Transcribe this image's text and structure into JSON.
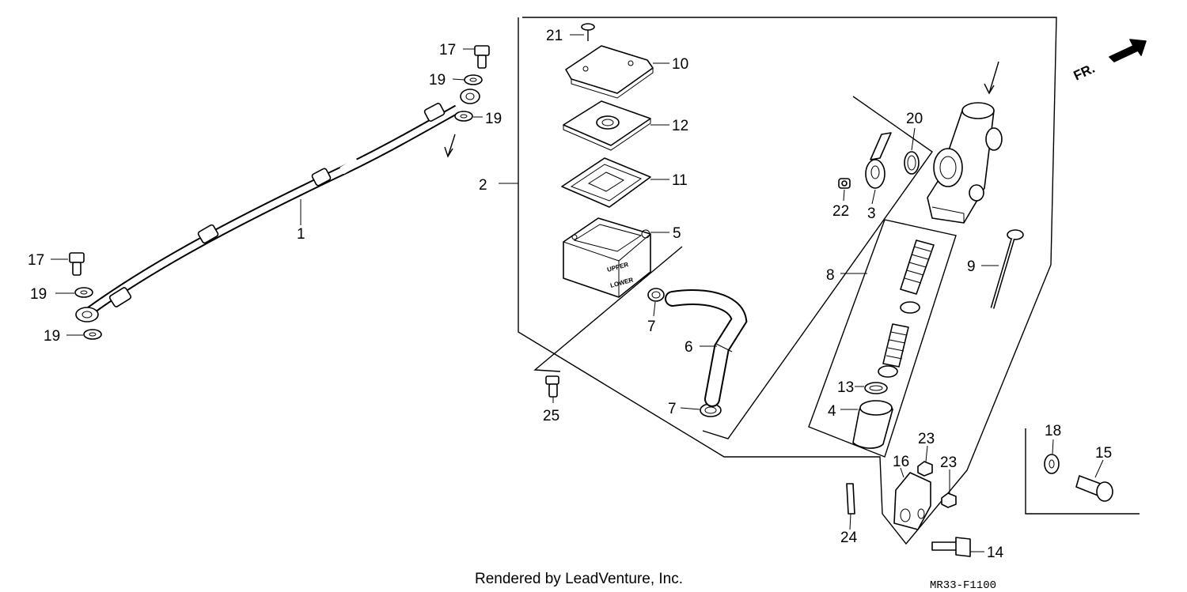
{
  "diagram": {
    "footer": "Rendered by LeadVenture, Inc.",
    "code": "MR33-F1100",
    "direction": "FR.",
    "reservoir_stamp_upper": "UPPER",
    "reservoir_stamp_lower": "LOWER",
    "callouts": [
      {
        "id": "c1",
        "text": "1"
      },
      {
        "id": "c2",
        "text": "2"
      },
      {
        "id": "c3",
        "text": "3"
      },
      {
        "id": "c4",
        "text": "4"
      },
      {
        "id": "c5",
        "text": "5"
      },
      {
        "id": "c6",
        "text": "6"
      },
      {
        "id": "c7a",
        "text": "7"
      },
      {
        "id": "c7b",
        "text": "7"
      },
      {
        "id": "c8",
        "text": "8"
      },
      {
        "id": "c9",
        "text": "9"
      },
      {
        "id": "c10",
        "text": "10"
      },
      {
        "id": "c11",
        "text": "11"
      },
      {
        "id": "c12",
        "text": "12"
      },
      {
        "id": "c13",
        "text": "13"
      },
      {
        "id": "c14",
        "text": "14"
      },
      {
        "id": "c15",
        "text": "15"
      },
      {
        "id": "c16",
        "text": "16"
      },
      {
        "id": "c17a",
        "text": "17"
      },
      {
        "id": "c17b",
        "text": "17"
      },
      {
        "id": "c18",
        "text": "18"
      },
      {
        "id": "c19a",
        "text": "19"
      },
      {
        "id": "c19b",
        "text": "19"
      },
      {
        "id": "c19c",
        "text": "19"
      },
      {
        "id": "c19d",
        "text": "19"
      },
      {
        "id": "c20",
        "text": "20"
      },
      {
        "id": "c21",
        "text": "21"
      },
      {
        "id": "c22",
        "text": "22"
      },
      {
        "id": "c23a",
        "text": "23"
      },
      {
        "id": "c23b",
        "text": "23"
      },
      {
        "id": "c24",
        "text": "24"
      },
      {
        "id": "c25",
        "text": "25"
      }
    ]
  }
}
